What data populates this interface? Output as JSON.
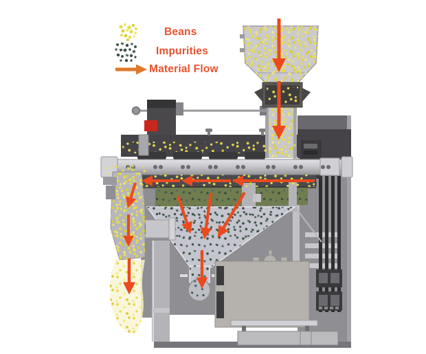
{
  "legend": {
    "items": [
      {
        "label": "Beans",
        "icon": "beans-cluster-icon",
        "color": "#e5db4e"
      },
      {
        "label": "Impurities",
        "icon": "impurities-cluster-icon",
        "color": "#41564b"
      },
      {
        "label": "Material Flow",
        "icon": "flow-arrow-icon",
        "color": "#dd7a28"
      }
    ],
    "text_color": "#e8512e"
  },
  "colors": {
    "background": "#ffffff",
    "flow_arrow": "#ea4a1e",
    "legend_text": "#e8512e",
    "beans": "#e5db4e",
    "impurities": "#41564b",
    "sieve_green": "#6f7d4f",
    "machine_dark": "#454347",
    "machine_mid": "#8f8e92",
    "machine_light": "#c9c8cc"
  }
}
